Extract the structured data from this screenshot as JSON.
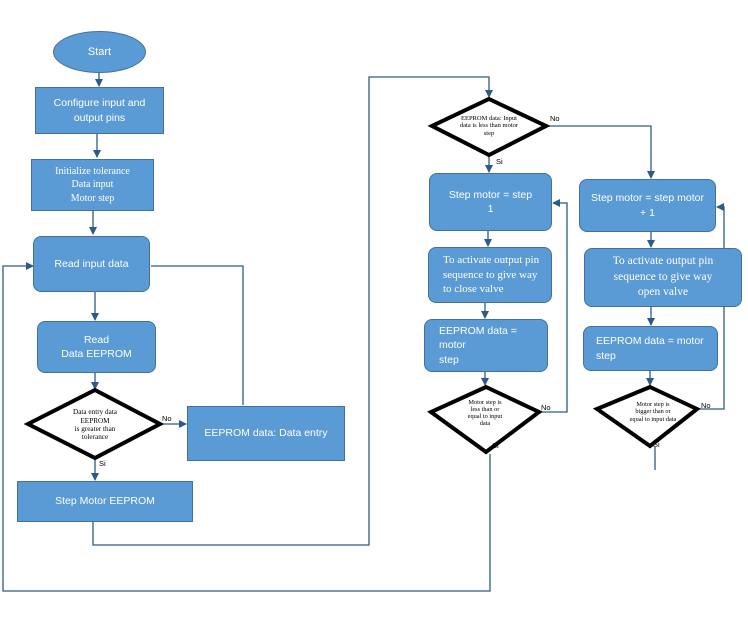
{
  "nodes": {
    "start": "Start",
    "configure": "Configure input and\noutput pins",
    "initialize": "Initialize tolerance\nData input\nMotor step",
    "read_input": "Read input data",
    "read_eeprom": "Read\nData EEPROM",
    "decision_tolerance": "Data entry data\nEEPROM\nis greater than\ntolerance",
    "eeprom_data_entry": "EEPROM data:  Data entry",
    "step_motor_eeprom": "Step Motor EEPROM",
    "decision_input_less": "EEPROM data: Input\ndata is less than motor\nstep",
    "step_motor_minus": "Step motor = step\n1",
    "close_valve": "To activate output pin\nsequence to give way\nto close valve",
    "eeprom_motor_left": "EEPROM data = motor\nstep",
    "decision_less_equal": "Motor step is\nless than or\nequal to input\ndata",
    "step_motor_plus": "Step motor = step motor\n+ 1",
    "open_valve": "To activate output pin\nsequence to give way\nopen valve",
    "eeprom_motor_right": "EEPROM data = motor\nstep",
    "decision_bigger_equal": "Motor step is\nbigger than or\nequal to input data"
  },
  "labels": {
    "no_tolerance": "No",
    "si_tolerance": "Si",
    "no_input_less": "No",
    "si_input_less": "Si",
    "no_less_equal": "No",
    "si_less_equal": "Si",
    "no_bigger_equal": "No",
    "si_bigger_equal": "Si"
  },
  "colors": {
    "box_fill": "#5b9bd5",
    "box_border": "#41719c",
    "connector": "#2e5a87",
    "diamond_fill": "#ffffff",
    "diamond_border": "#000000"
  }
}
